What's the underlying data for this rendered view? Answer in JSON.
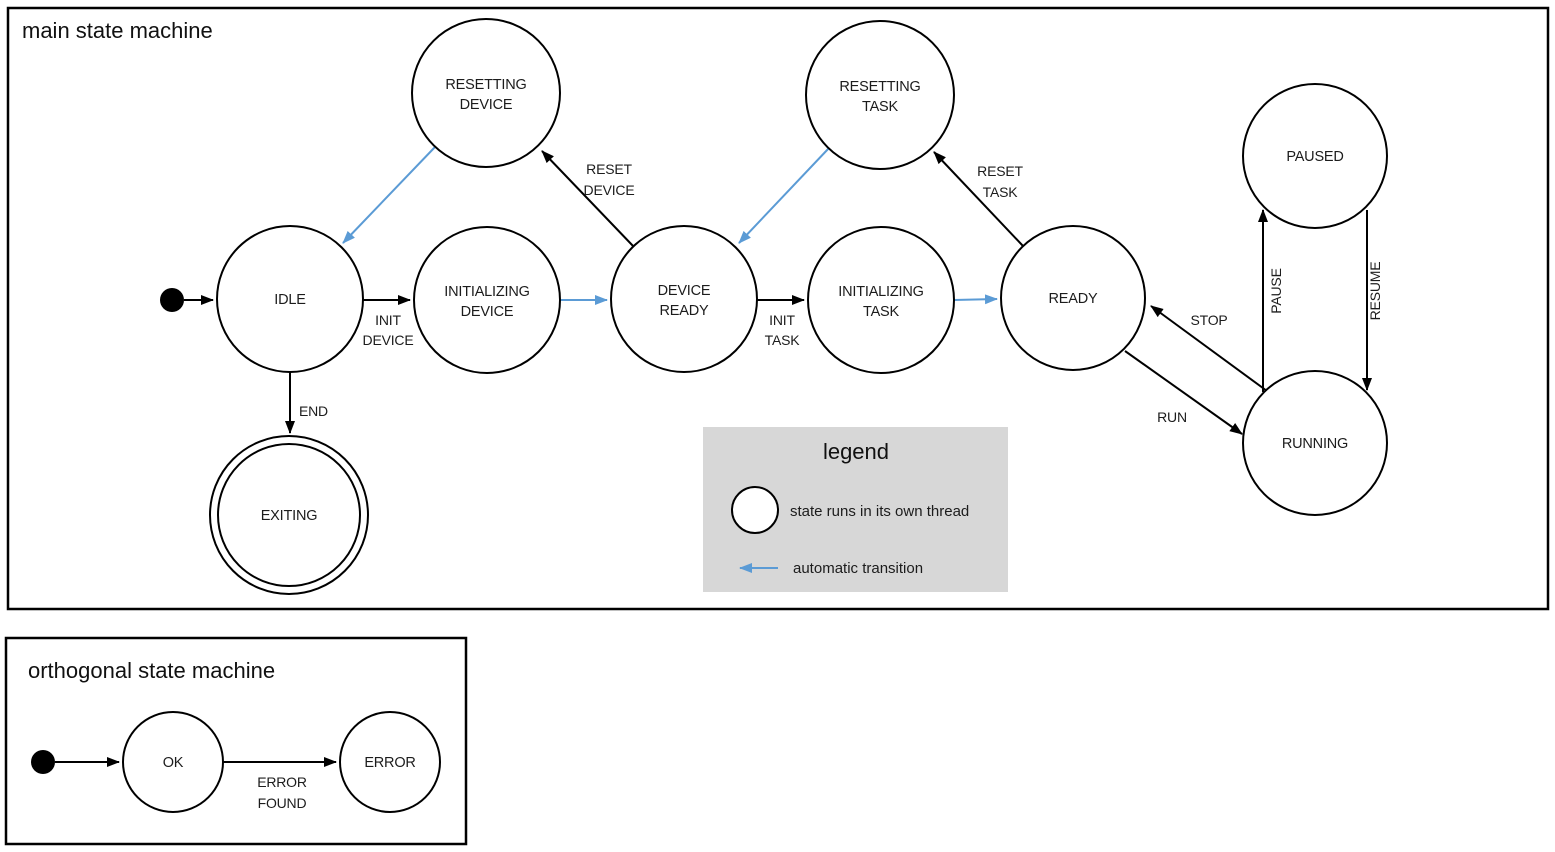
{
  "main": {
    "title": "main state machine",
    "states": {
      "idle": {
        "label": "IDLE"
      },
      "initializing_device": {
        "l1": "INITIALIZING",
        "l2": "DEVICE"
      },
      "device_ready": {
        "l1": "DEVICE",
        "l2": "READY"
      },
      "initializing_task": {
        "l1": "INITIALIZING",
        "l2": "TASK"
      },
      "ready": {
        "label": "READY"
      },
      "resetting_device": {
        "l1": "RESETTING",
        "l2": "DEVICE"
      },
      "resetting_task": {
        "l1": "RESETTING",
        "l2": "TASK"
      },
      "paused": {
        "label": "PAUSED"
      },
      "running": {
        "label": "RUNNING"
      },
      "exiting": {
        "label": "EXITING"
      }
    },
    "transitions": {
      "init_device": {
        "l1": "INIT",
        "l2": "DEVICE"
      },
      "reset_device": {
        "l1": "RESET",
        "l2": "DEVICE"
      },
      "init_task": {
        "l1": "INIT",
        "l2": "TASK"
      },
      "reset_task": {
        "l1": "RESET",
        "l2": "TASK"
      },
      "stop": "STOP",
      "run": "RUN",
      "pause": "PAUSE",
      "resume": "RESUME",
      "end": "END"
    }
  },
  "legend": {
    "title": "legend",
    "thread_item": "state runs in its own thread",
    "auto_item": "automatic transition"
  },
  "orthogonal": {
    "title": "orthogonal state machine",
    "states": {
      "ok": "OK",
      "error": "ERROR"
    },
    "transitions": {
      "error_found": {
        "l1": "ERROR",
        "l2": "FOUND"
      }
    }
  },
  "colors": {
    "thread_state_fill": "#b4c7e7",
    "automatic_transition": "#5b9bd5",
    "legend_background": "#d7d7d7",
    "line": "#000000"
  }
}
